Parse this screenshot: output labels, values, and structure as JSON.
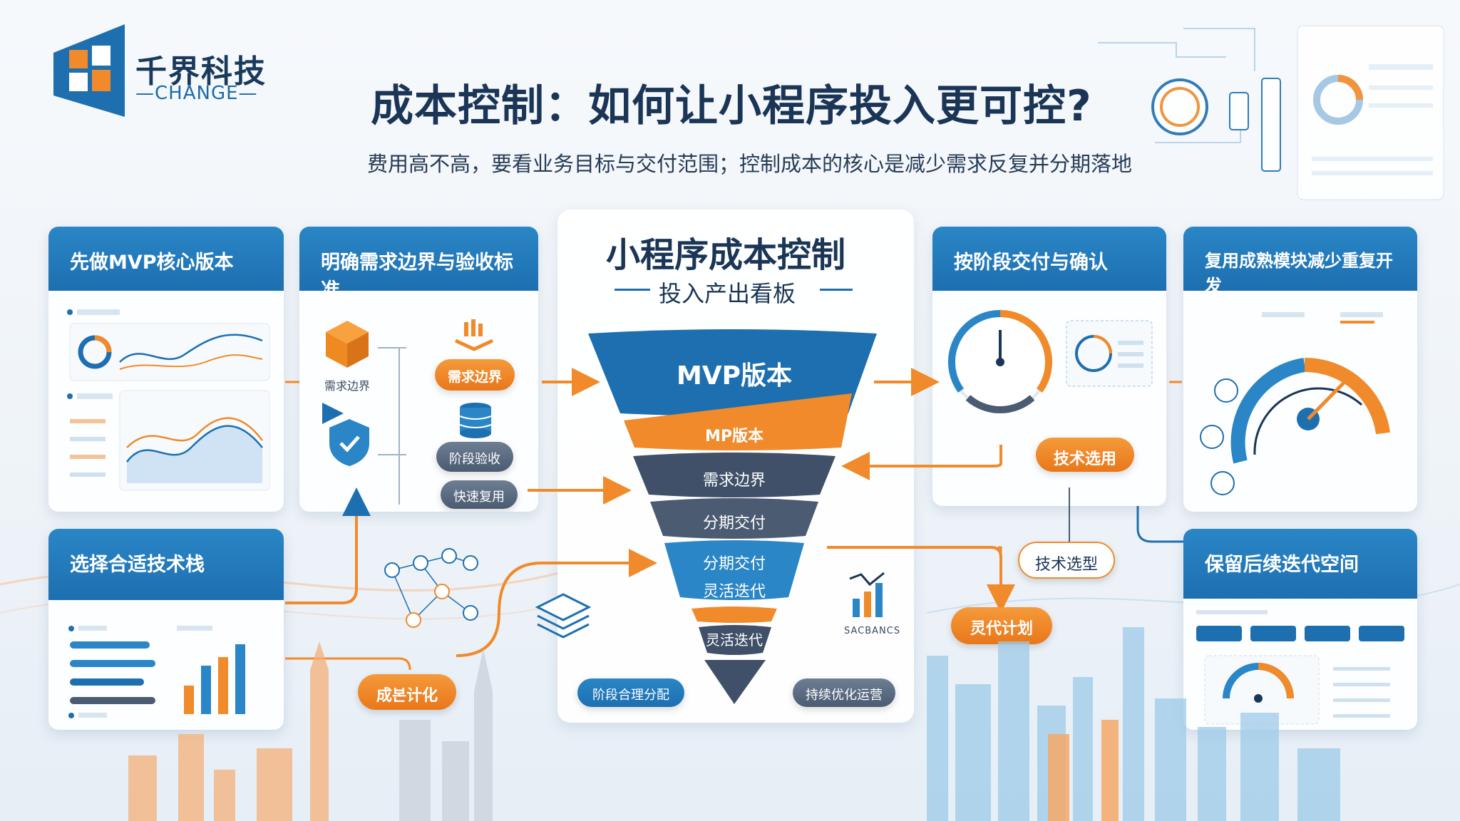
{
  "brand": {
    "name": "千界科技",
    "sub": "—CHANGE—"
  },
  "header": {
    "title": "成本控制：如何让小程序投入更可控?",
    "subtitle": "费用高不高，要看业务目标与交付范围；控制成本的核心是减少需求反复并分期落地"
  },
  "cards": {
    "mvp": {
      "title": "先做MVP核心版本"
    },
    "boundary": {
      "title": "明确需求边界与验收标准",
      "label_demand": "需求边界",
      "pill_demand": "需求边界",
      "pill_accept": "阶段验收",
      "pill_use": "快速复用"
    },
    "techstack": {
      "title": "选择合适技术栈"
    },
    "staged": {
      "title": "按阶段交付与确认",
      "pill_tech": "技术选用"
    },
    "reuse": {
      "title": "复用成熟模块减少重复开发"
    },
    "iterate": {
      "title": "保留后续迭代空间"
    }
  },
  "center": {
    "title": "小程序成本控制",
    "subtitle": "投入产出看板",
    "funnel": [
      "MVP版本",
      "MP版本",
      "需求边界",
      "分期交付",
      "分期交付",
      "灵活迭代",
      "灵活迭代"
    ],
    "pill_left": "阶段合理分配",
    "pill_right": "持续优化运营"
  },
  "flow": {
    "pill_cost": "成본计化",
    "pill_tech_choice": "技术选型",
    "pill_iter_plan": "灵代计划",
    "side_label": "SACBANCS"
  },
  "colors": {
    "primary": "#1d6fb0",
    "accent": "#f08a2a",
    "dark": "#1b3556",
    "slate": "#4a5b72"
  }
}
